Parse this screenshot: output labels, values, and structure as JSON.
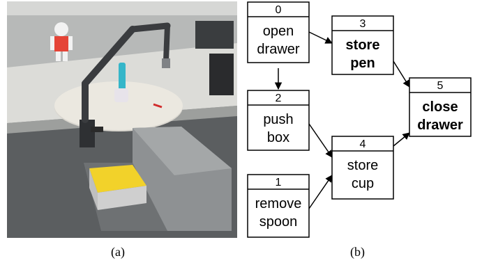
{
  "captions": {
    "a": "(a)",
    "b": "(b)"
  },
  "diagram": {
    "nodes": [
      {
        "id": "0",
        "lines": [
          "open",
          "drawer"
        ],
        "bold": false
      },
      {
        "id": "3",
        "lines": [
          "store",
          "pen"
        ],
        "bold": true
      },
      {
        "id": "2",
        "lines": [
          "push",
          "box"
        ],
        "bold": false
      },
      {
        "id": "5",
        "lines": [
          "close",
          "drawer"
        ],
        "bold": true
      },
      {
        "id": "4",
        "lines": [
          "store",
          "cup"
        ],
        "bold": false
      },
      {
        "id": "1",
        "lines": [
          "remove",
          "spoon"
        ],
        "bold": false
      }
    ],
    "edges": [
      {
        "from": "0",
        "to": "3"
      },
      {
        "from": "0",
        "to": "2"
      },
      {
        "from": "3",
        "to": "5"
      },
      {
        "from": "2",
        "to": "4"
      },
      {
        "from": "1",
        "to": "4"
      },
      {
        "from": "4",
        "to": "5"
      }
    ]
  },
  "photo": {
    "description_icon": "robot-arm-photo"
  }
}
